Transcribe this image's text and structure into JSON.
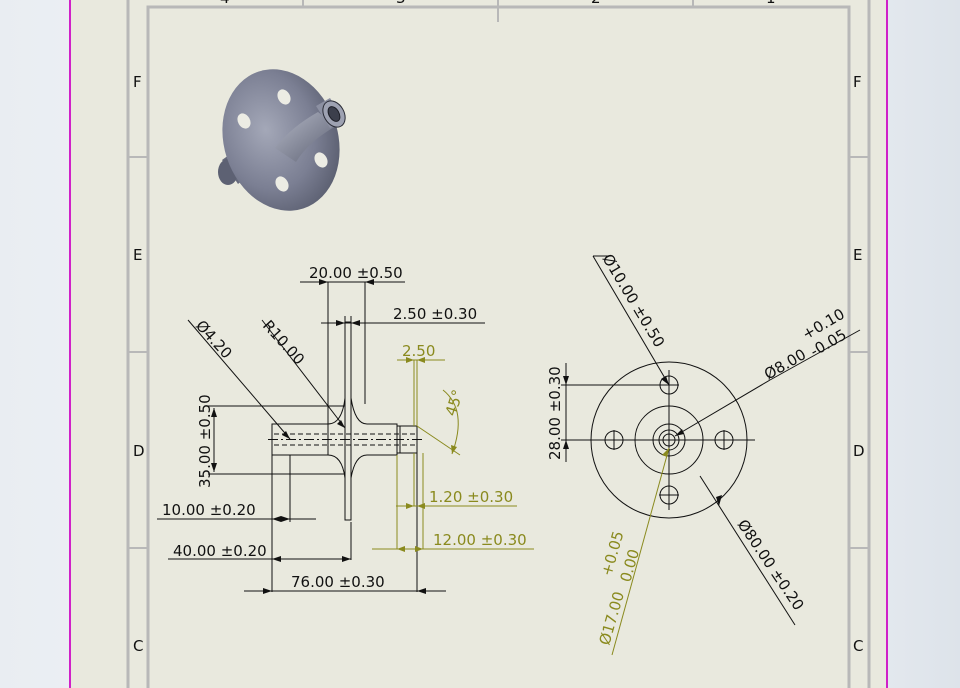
{
  "zones": {
    "left": [
      "F",
      "E",
      "D",
      "C"
    ],
    "right": [
      "F",
      "E",
      "D",
      "C"
    ],
    "top": [
      "4",
      "3",
      "2",
      "1"
    ]
  },
  "side_view": {
    "d_20": "20.00 ±0.50",
    "d_2_50_tol": "2.50 ±0.30",
    "d_2_50": "2.50",
    "d_45": "45°",
    "d_phi420": "Ø4.20",
    "d_r10": "R10.00",
    "d_35": "35.00 ±0.50",
    "d_10": "10.00 ±0.20",
    "d_40": "40.00 ±0.20",
    "d_76": "76.00 ±0.30",
    "d_1_20": "1.20 ±0.30",
    "d_12": "12.00 ±0.30"
  },
  "front_view": {
    "d_phi10": "Ø10.00 ±0.50",
    "d_phi8": "Ø8.00",
    "d_phi8_tol_upper": "+0.10",
    "d_phi8_tol_lower": "-0.05",
    "d_28": "28.00 ±0.30",
    "d_phi80": "Ø80.00 ±0.20",
    "d_phi17": "Ø17.00",
    "d_phi17_tol_upper": "+0.05",
    "d_phi17_tol_lower": "0.00"
  },
  "colors": {
    "sheet": "#e9e9de",
    "border": "#b8b8b8",
    "black_dim": "#111111",
    "olive_dim": "#8a8a1e",
    "magenta_edge": "#d020c8",
    "part_gray": "#7b7f93"
  }
}
